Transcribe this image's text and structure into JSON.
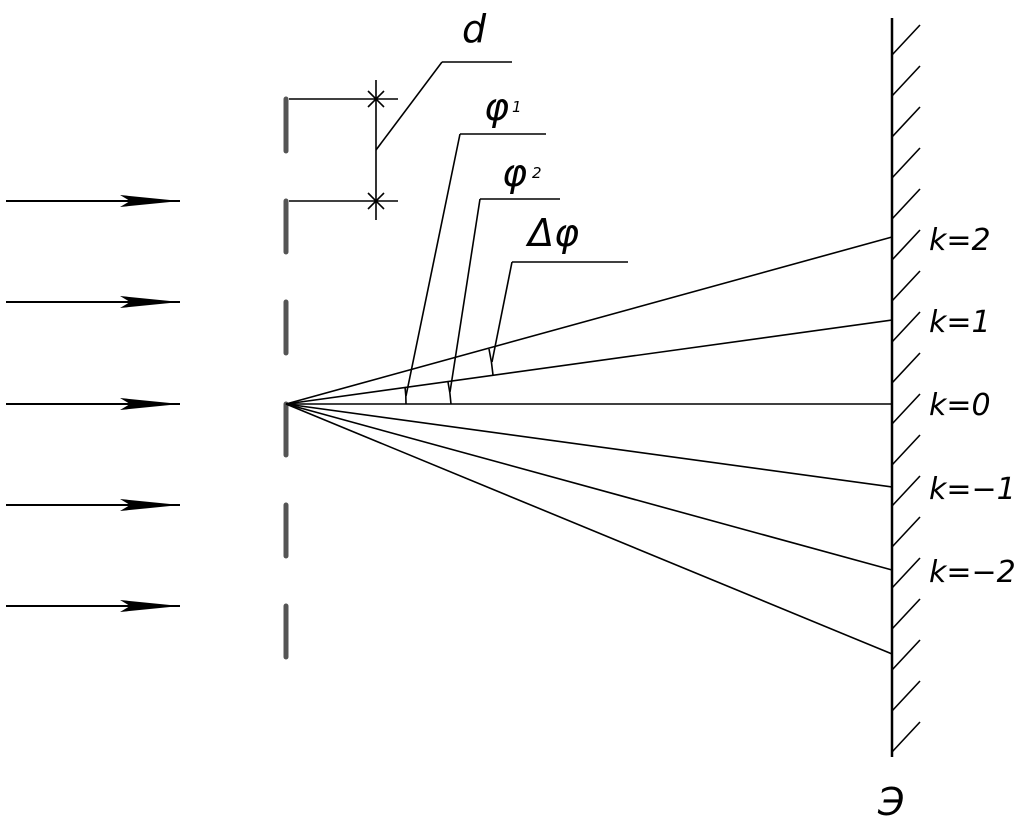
{
  "labels": {
    "d": "d",
    "phi1_symbol": "φ",
    "phi1_index": "1",
    "phi2_symbol": "φ",
    "phi2_index": "2",
    "delta_phi": "Δφ",
    "screen": "Э"
  },
  "orders": [
    {
      "k": 2,
      "label": "k=2"
    },
    {
      "k": 1,
      "label": "k=1"
    },
    {
      "k": 0,
      "label": "k=0"
    },
    {
      "k": -1,
      "label": "k=−1"
    },
    {
      "k": -2,
      "label": "k=−2"
    }
  ],
  "incident_rays": 5,
  "colors": {
    "ink": "#000000",
    "grating": "#555555",
    "background": "#ffffff"
  }
}
